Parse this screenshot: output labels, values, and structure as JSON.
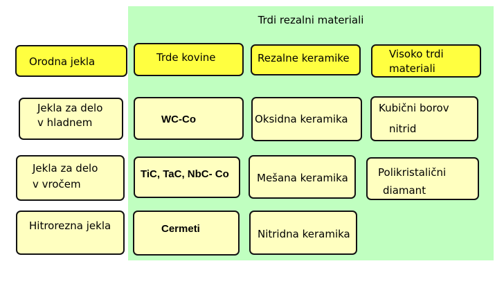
{
  "group_title": "Trdi rezalni materiali",
  "headers": [
    "Orodna jekla",
    "Trde kovine",
    "Rezalne keramike",
    "Visoko trdi materiali"
  ],
  "columns": [
    [
      "Jekla za delo v hladnem",
      "Jekla za delo v vročem",
      "Hitrorezna jekla"
    ],
    [
      "WC-Co",
      "TiC, TaC, NbC- Co",
      "Cermeti"
    ],
    [
      "Oksidna keramika",
      "Mešana keramika",
      "Nitridna keramika"
    ],
    [
      "Kubični borov nitrid",
      "Polikristalični diamant"
    ]
  ],
  "lines": {
    "c0r0a": "Jekla za delo",
    "c0r0b": "v hladnem",
    "c0r1a": "Jekla za delo",
    "c0r1b": "v vročem",
    "c3r0a": "Kubični borov",
    "c3r0b": "nitrid",
    "c3r1a": "Polikristalični",
    "c3r1b": "diamant",
    "h3a": "Visoko trdi",
    "h3b": "materiali"
  },
  "colors": {
    "group_bg": "#c0ffc0",
    "header_bg": "#ffff40",
    "item_bg": "#ffffc0"
  }
}
